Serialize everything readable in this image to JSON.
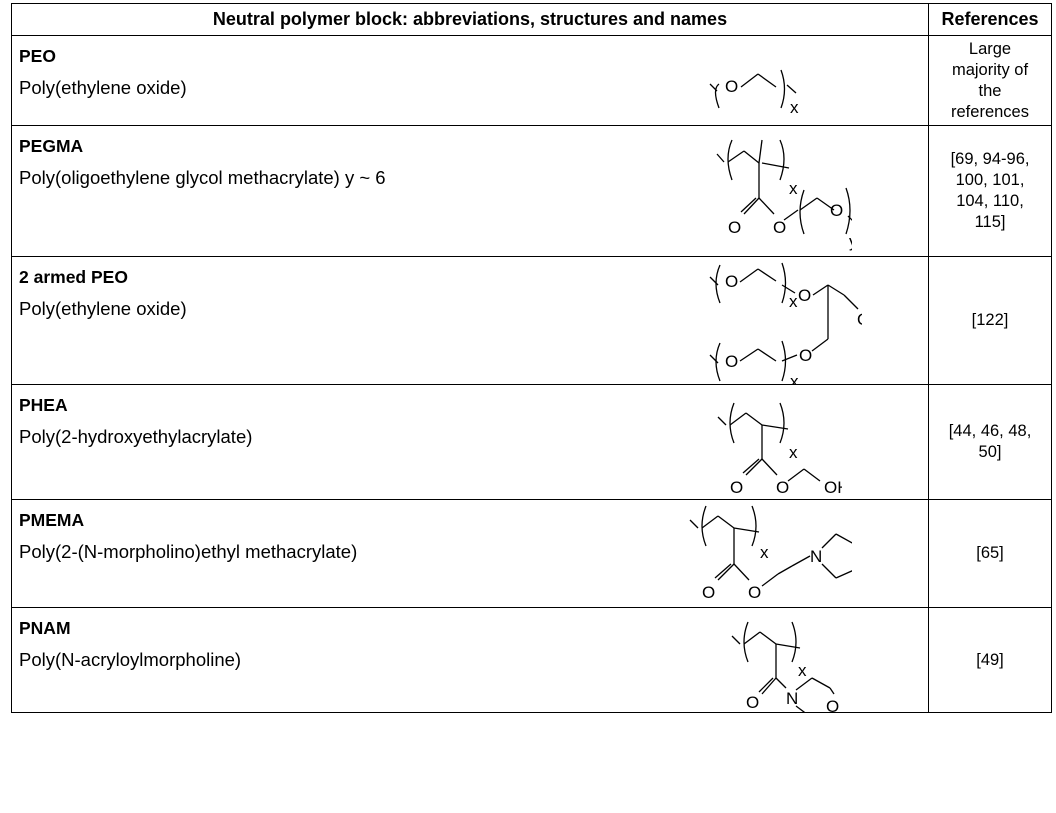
{
  "table": {
    "header": {
      "main": "Neutral polymer block: abbreviations, structures and names",
      "refs": "References"
    },
    "rows": [
      {
        "abbr": "PEO",
        "name": "Poly(ethylene oxide)",
        "refs": [
          "Large",
          "majority of",
          "the",
          "references"
        ],
        "structure": "peo-structure"
      },
      {
        "abbr": "PEGMA",
        "name": "Poly(oligoethylene glycol methacrylate) y ~ 6",
        "refs": [
          "[69, 94-96,",
          "100, 101,",
          "104, 110,",
          "115]"
        ],
        "structure": "pegma-structure"
      },
      {
        "abbr": "2 armed PEO",
        "name": "Poly(ethylene oxide)",
        "refs": [
          "[122]"
        ],
        "structure": "two-armed-peo-structure"
      },
      {
        "abbr": "PHEA",
        "name": "Poly(2-hydroxyethylacrylate)",
        "refs": [
          "[44, 46, 48,",
          "50]"
        ],
        "structure": "phea-structure"
      },
      {
        "abbr": "PMEMA",
        "name": "Poly(2-(N-morpholino)ethyl methacrylate)",
        "refs": [
          "[65]"
        ],
        "structure": "pmema-structure"
      },
      {
        "abbr": "PNAM",
        "name": "Poly(N-acryloylmorpholine)",
        "refs": [
          "[49]"
        ],
        "structure": "pnam-structure"
      }
    ]
  },
  "atoms": {
    "o": "O",
    "n": "N",
    "oh": "OH",
    "x": "x",
    "y": "y"
  }
}
